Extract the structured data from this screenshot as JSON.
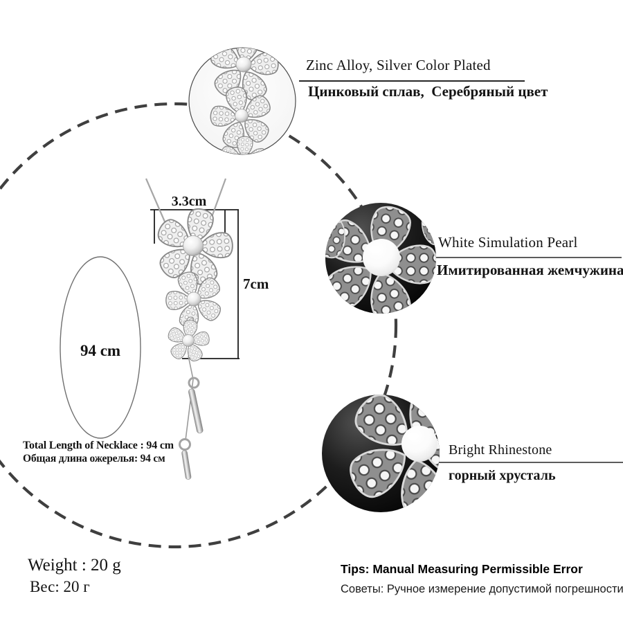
{
  "callouts": {
    "material": {
      "en": "Zinc Alloy, Silver Color Plated",
      "ru": "Цинковый сплав,  Серебряный цвет"
    },
    "pearl": {
      "en": "White Simulation Pearl",
      "ru": "Имитированная жемчужина"
    },
    "rhinestone": {
      "en": "Bright Rhinestone",
      "ru": "горный хрусталь"
    }
  },
  "measurements": {
    "pendant_width": "3.3cm",
    "pendant_height": "7cm",
    "necklace_length": "94 cm",
    "total_length_en": "Total Length of Necklace : 94 cm",
    "total_length_ru": "Общая длина ожерелья: 94 см"
  },
  "weight": {
    "en": "Weight : 20 g",
    "ru": "Вес: 20 г"
  },
  "tips": {
    "en": "Tips: Manual Measuring Permissible Error",
    "ru": "Советы: Ручное измерение допустимой погрешности"
  },
  "colors": {
    "background": "#ffffff",
    "text": "#141414",
    "dashed_outline": "#3f3f3f",
    "silver": "#a6a6a6",
    "photo_background_dark": "#000000"
  }
}
